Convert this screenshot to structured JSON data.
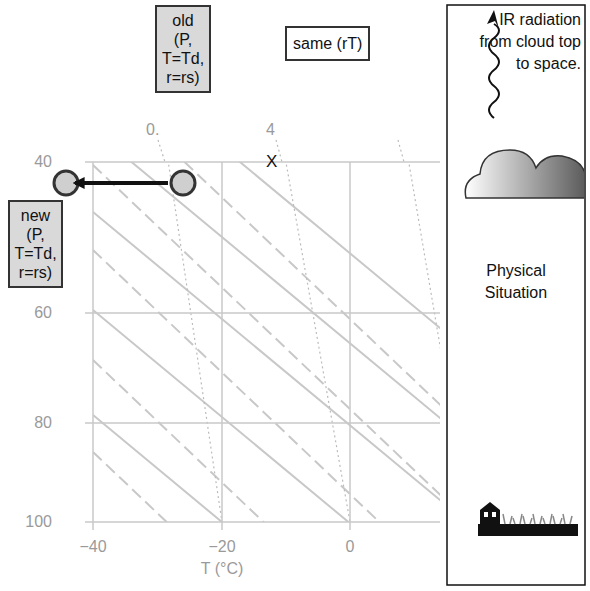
{
  "diagram": {
    "nodes": [
      {
        "text": [
          "old (P, T=Td, r=rs)"
        ]
      },
      {
        "text": [
          "same (rT)"
        ]
      },
      {
        "text": [
          "new (P, T=Td, r=rs)"
        ]
      },
      {
        "text": [
          "IR radiation from cloud top to space.",
          "Physical Situation"
        ]
      }
    ],
    "edges": [
      {
        "from": 0,
        "to": 2,
        "arrow": "to"
      }
    ],
    "labels": [
      "0.",
      "4",
      "X",
      "40",
      "60",
      "80",
      "100",
      "−40",
      "−20",
      "0",
      "T (°C)"
    ]
  }
}
